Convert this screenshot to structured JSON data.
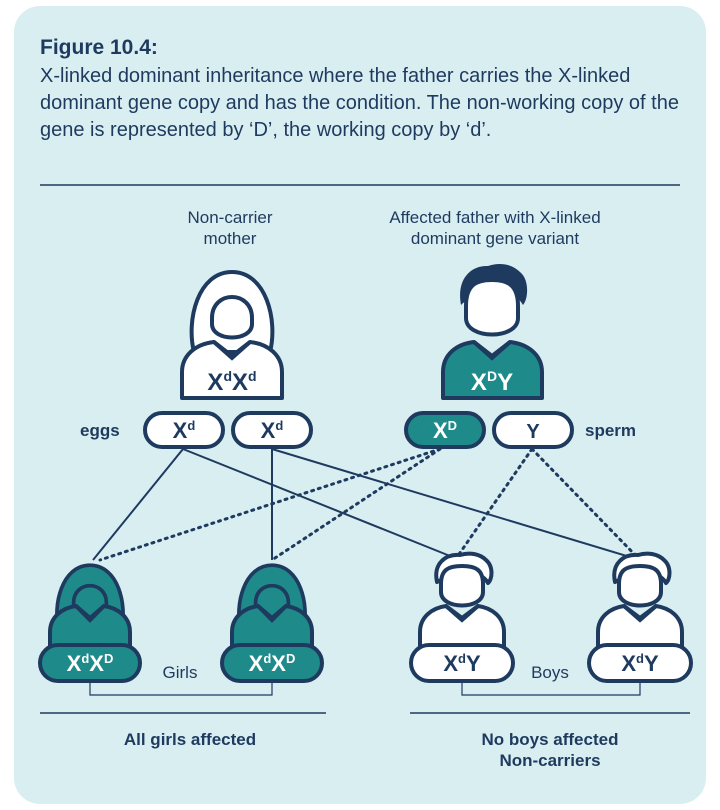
{
  "figure": {
    "title": "Figure 10.4:",
    "caption": "X-linked dominant inheritance where the father carries the X-linked dominant gene copy and has the condition. The non-working copy of the gene is represented by ‘D’, the working copy by ‘d’."
  },
  "parents": {
    "mother": {
      "label_line1": "Non-carrier",
      "label_line2": "mother",
      "genotype": {
        "base": "X",
        "sup1": "d",
        "mid": "X",
        "sup2": "d"
      }
    },
    "father": {
      "label_line1": "Affected father with X-linked",
      "label_line2": "dominant gene variant",
      "genotype": {
        "base": "X",
        "sup1": "D",
        "mid": "Y",
        "sup2": ""
      }
    }
  },
  "gametes": {
    "eggs_label": "eggs",
    "sperm_label": "sperm",
    "egg1": {
      "base": "X",
      "sup": "d"
    },
    "egg2": {
      "base": "X",
      "sup": "d"
    },
    "sperm1": {
      "base": "X",
      "sup": "D"
    },
    "sperm2": {
      "base": "Y",
      "sup": ""
    }
  },
  "children": {
    "girl1": {
      "base": "X",
      "sup1": "d",
      "mid": "X",
      "sup2": "D"
    },
    "girl2": {
      "base": "X",
      "sup1": "d",
      "mid": "X",
      "sup2": "D"
    },
    "boy1": {
      "base": "X",
      "sup1": "d",
      "mid": "Y",
      "sup2": ""
    },
    "boy2": {
      "base": "X",
      "sup1": "d",
      "mid": "Y",
      "sup2": ""
    },
    "girls_label": "Girls",
    "boys_label": "Boys"
  },
  "summary": {
    "girls": "All girls affected",
    "boys_line1": "No boys affected",
    "boys_line2": "Non-carriers"
  },
  "colors": {
    "card_bg": "#d9eef1",
    "navy": "#1e3a5f",
    "teal": "#1f8a8a",
    "white": "#ffffff"
  }
}
